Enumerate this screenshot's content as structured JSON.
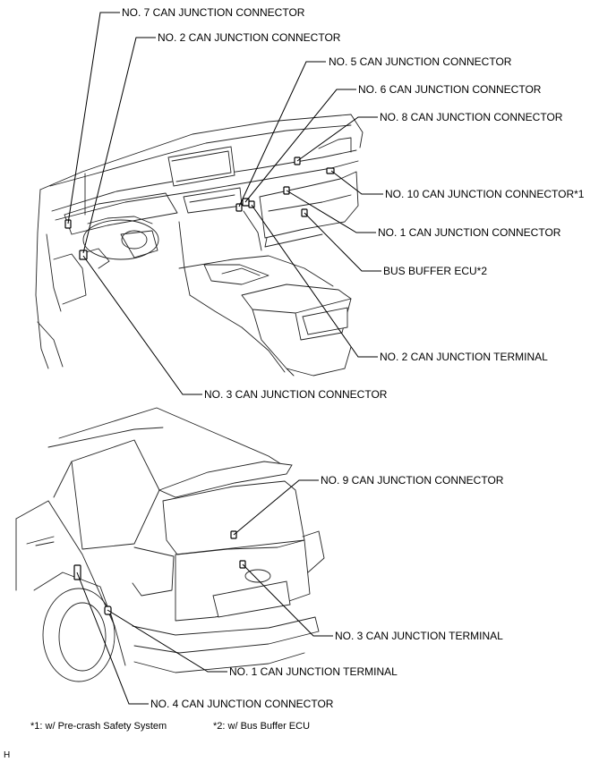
{
  "labels": {
    "no7_connector": "NO. 7 CAN JUNCTION CONNECTOR",
    "no2_connector": "NO. 2 CAN JUNCTION CONNECTOR",
    "no5_connector": "NO. 5 CAN JUNCTION CONNECTOR",
    "no6_connector": "NO. 6 CAN JUNCTION CONNECTOR",
    "no8_connector": "NO. 8 CAN JUNCTION CONNECTOR",
    "no10_connector": "NO. 10 CAN JUNCTION CONNECTOR*1",
    "no1_connector": "NO. 1 CAN JUNCTION CONNECTOR",
    "bus_buffer_ecu": "BUS BUFFER ECU*2",
    "no2_terminal": "NO. 2 CAN JUNCTION TERMINAL",
    "no3_connector": "NO. 3 CAN JUNCTION CONNECTOR",
    "no9_connector": "NO. 9 CAN JUNCTION CONNECTOR",
    "no3_terminal": "NO. 3 CAN JUNCTION TERMINAL",
    "no1_terminal": "NO. 1 CAN JUNCTION TERMINAL",
    "no4_connector": "NO. 4 CAN JUNCTION CONNECTOR"
  },
  "notes": {
    "note1": "*1: w/ Pre-crash Safety System",
    "note2": "*2: w/ Bus Buffer ECU",
    "figure_code": "H"
  }
}
